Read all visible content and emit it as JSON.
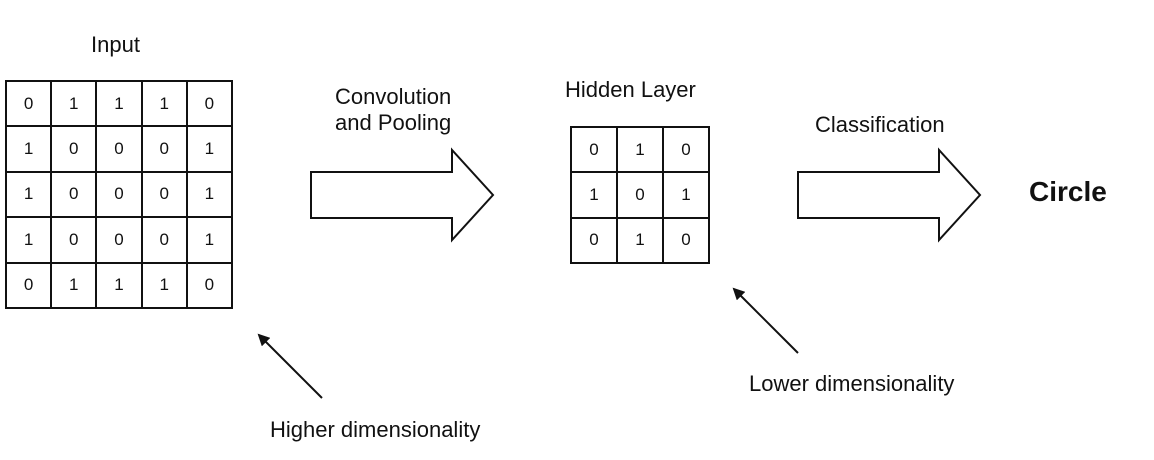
{
  "input": {
    "title": "Input",
    "matrix": [
      [
        "0",
        "1",
        "1",
        "1",
        "0"
      ],
      [
        "1",
        "0",
        "0",
        "0",
        "1"
      ],
      [
        "1",
        "0",
        "0",
        "0",
        "1"
      ],
      [
        "1",
        "0",
        "0",
        "0",
        "1"
      ],
      [
        "0",
        "1",
        "1",
        "1",
        "0"
      ]
    ]
  },
  "step1": {
    "line1": "Convolution",
    "line2": "and Pooling"
  },
  "hidden": {
    "title": "Hidden Layer",
    "matrix": [
      [
        "0",
        "1",
        "0"
      ],
      [
        "1",
        "0",
        "1"
      ],
      [
        "0",
        "1",
        "0"
      ]
    ]
  },
  "step2": {
    "label": "Classification"
  },
  "result": {
    "label": "Circle"
  },
  "notes": {
    "higher": "Higher dimensionality",
    "lower": "Lower dimensionality"
  }
}
